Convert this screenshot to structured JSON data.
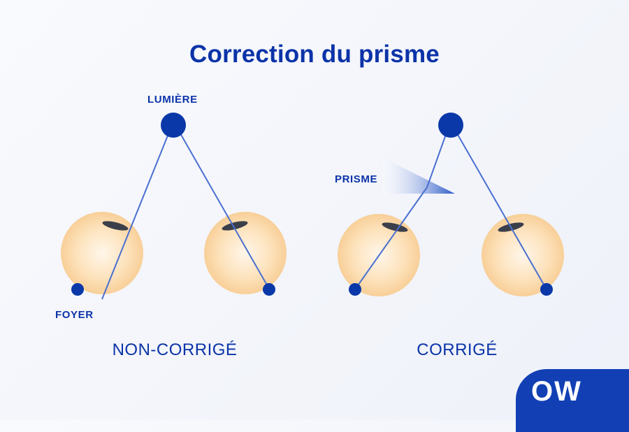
{
  "title": "Correction du prisme",
  "labels": {
    "light": "LUMIÈRE",
    "prism": "PRISME",
    "focus": "FOYER"
  },
  "captions": {
    "uncorrected": "NON-CORRIGÉ",
    "corrected": "CORRIGÉ"
  },
  "logo": {
    "text": "OW"
  },
  "colors": {
    "accent": "#0b33a8",
    "ray": "#4a6fd0",
    "eye": "#fbd7a6",
    "logo_bg": "#1240b4"
  }
}
